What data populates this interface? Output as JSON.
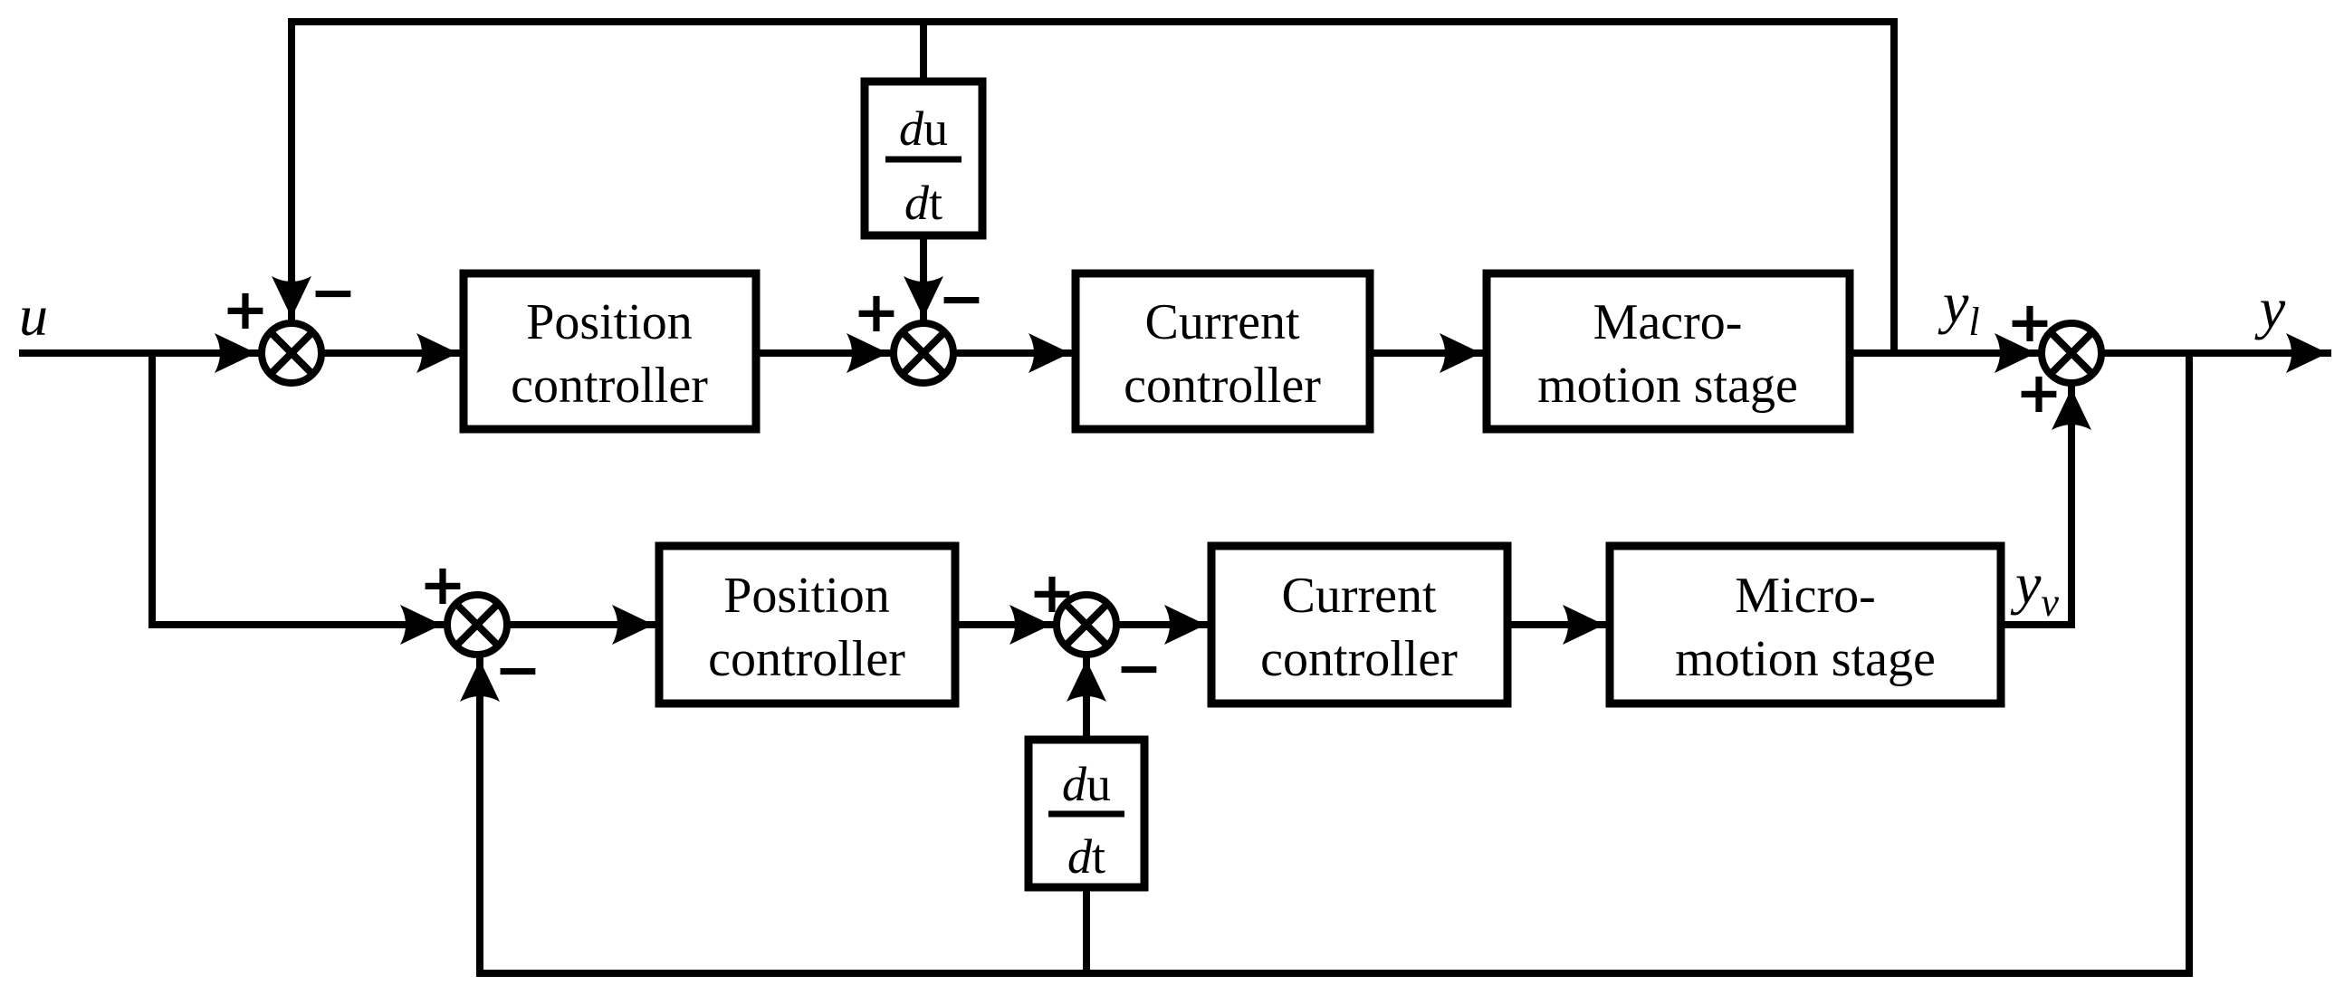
{
  "signals": {
    "input": "u",
    "output": "y",
    "macro_output_base": "y",
    "macro_output_sub": "l",
    "micro_output_base": "y",
    "micro_output_sub": "v"
  },
  "blocks": {
    "macro_position": {
      "line1": "Position",
      "line2": "controller"
    },
    "macro_derivative": {
      "d": "d",
      "num_var": "u",
      "den_var": "t"
    },
    "macro_current": {
      "line1": "Current",
      "line2": "controller"
    },
    "macro_stage": {
      "line1": "Macro-",
      "line2": "motion stage"
    },
    "micro_position": {
      "line1": "Position",
      "line2": "controller"
    },
    "micro_derivative": {
      "d": "d",
      "num_var": "u",
      "den_var": "t"
    },
    "micro_current": {
      "line1": "Current",
      "line2": "controller"
    },
    "micro_stage": {
      "line1": "Micro-",
      "line2": "motion stage"
    }
  },
  "junctions": {
    "macro_position_sum": {
      "left_sign": "+",
      "top_sign": "−"
    },
    "macro_current_sum": {
      "left_sign": "+",
      "top_sign": "−"
    },
    "micro_position_sum": {
      "left_sign": "+",
      "bottom_sign": "−"
    },
    "micro_current_sum": {
      "left_sign": "+",
      "bottom_sign": "−"
    },
    "output_sum": {
      "left_sign": "+",
      "bottom_sign": "+"
    }
  },
  "colors": {
    "line": "#000000",
    "background": "#ffffff"
  }
}
